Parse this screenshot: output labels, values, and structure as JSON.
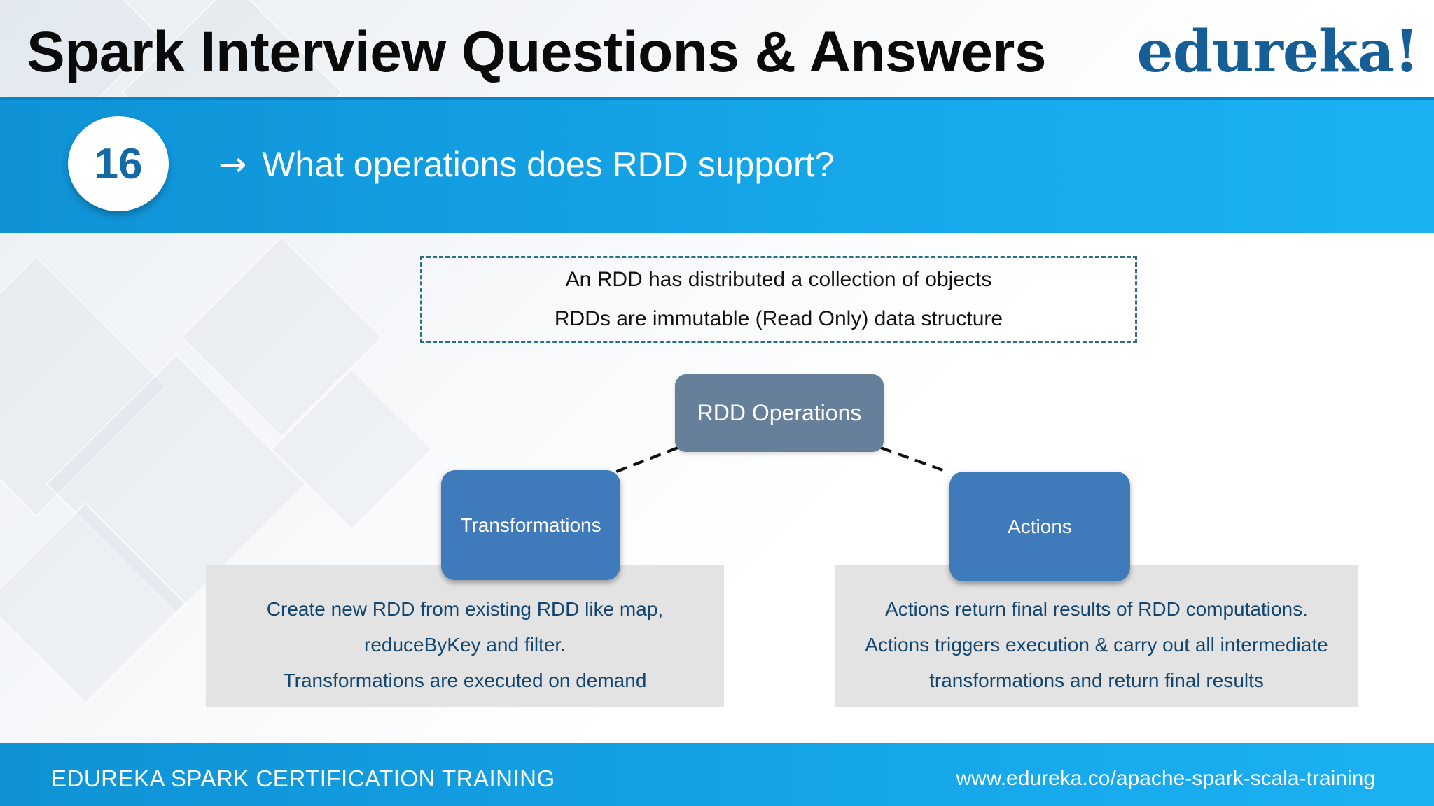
{
  "header": {
    "title": "Spark Interview Questions & Answers",
    "logo": "edureka!"
  },
  "question": {
    "number": "16",
    "arrow_icon": "right-arrow-icon",
    "text": "What operations does RDD support?"
  },
  "definition": {
    "lines": [
      "An RDD has distributed a collection of objects",
      "RDDs are immutable (Read Only) data structure"
    ]
  },
  "diagram": {
    "root": "RDD Operations",
    "transformations": {
      "label": "Transformations",
      "description": [
        "Create new RDD from existing RDD like map,",
        "reduceByKey and filter.",
        "Transformations are executed on demand"
      ]
    },
    "actions": {
      "label": "Actions",
      "description": [
        "Actions return final results of RDD computations.",
        "Actions triggers execution & carry out all intermediate",
        "transformations and return final results"
      ]
    }
  },
  "footer": {
    "left": "EDUREKA SPARK CERTIFICATION TRAINING",
    "right": "www.edureka.co/apache-spark-scala-training"
  },
  "colors": {
    "banner": "#15a6e8",
    "badge_text": "#156aa5",
    "logo": "#155e96",
    "root_node": "#667f9b",
    "child_node": "#3f7bbb",
    "description_bg": "#e3e3e3",
    "description_text": "#13466e",
    "dashed_border": "#2a6f86"
  }
}
